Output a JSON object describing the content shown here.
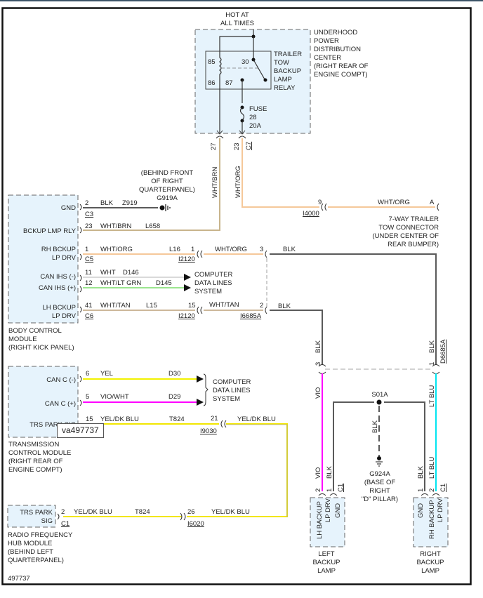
{
  "diagram": {
    "figure_id": "497737",
    "tooltip": "va497737",
    "colors": {
      "module_fill": "#e6f3fc",
      "wire_blk": "#5a5a5a",
      "wire_wht_brn": "#c8b48c",
      "wire_wht_org": "#f5c89a",
      "wire_wht": "#d9d9d9",
      "wire_wht_lt_grn": "#9be58f",
      "wire_wht_tan": "#cdb89a",
      "wire_yel": "#f2f200",
      "wire_vio_wht": "#ff00ff",
      "wire_yel_dk_blu": "#f2e600",
      "wire_vio": "#ff00ff",
      "wire_lt_blu": "#00e5f0"
    },
    "power": {
      "label_line1": "HOT AT",
      "label_line2": "ALL TIMES"
    },
    "pdc": {
      "name_lines": [
        "UNDERHOOD",
        "POWER",
        "DISTRIBUTION",
        "CENTER",
        "(RIGHT REAR OF",
        "ENGINE COMPT)"
      ],
      "relay_lines": [
        "TRAILER",
        "TOW",
        "BACKUP",
        "LAMP",
        "RELAY"
      ],
      "relay_pins": {
        "p85": "85",
        "p86": "86",
        "p30": "30",
        "p87": "87"
      },
      "fuse_lines": [
        "FUSE",
        "28",
        "20A"
      ],
      "out_pins": [
        {
          "pin": "27",
          "wire": "WHT/BRN"
        },
        {
          "pin": "23",
          "wire": "WHT/ORG",
          "connector": "C7"
        }
      ]
    },
    "ground_g919a": {
      "location_lines": [
        "(BEHIND FRONT",
        "OF RIGHT",
        "QUARTERPANEL)"
      ],
      "id": "G919A"
    },
    "bcm": {
      "name_lines": [
        "BODY CONTROL",
        "MODULE",
        "(RIGHT KICK PANEL)"
      ],
      "pins": [
        {
          "label": "GND",
          "pin": "2",
          "wire": "BLK",
          "circuit": "Z919",
          "connector": "C3"
        },
        {
          "label": "BCKUP LMP RLY",
          "pin": "23",
          "wire": "WHT/BRN",
          "circuit": "L658"
        },
        {
          "label_line1": "RH BCKUP",
          "label_line2": "LP DRV",
          "pin": "1",
          "wire": "WHT/ORG",
          "circuit": "L16",
          "connector": "C5"
        },
        {
          "label": "CAN IHS (-)",
          "pin": "11",
          "wire": "WHT",
          "circuit": "D146"
        },
        {
          "label": "CAN IHS (+)",
          "pin": "12",
          "wire": "WHT/LT GRN",
          "circuit": "D145"
        },
        {
          "label_line1": "LH BCKUP",
          "label_line2": "LP DRV",
          "pin": "41",
          "wire": "WHT/TAN",
          "circuit": "L15",
          "connector": "C6"
        }
      ],
      "data_lines_lines": [
        "COMPUTER",
        "DATA LINES",
        "SYSTEM"
      ]
    },
    "inline_i2120": {
      "id": "I2120",
      "rh": {
        "pin": "1",
        "wire": "WHT/ORG"
      },
      "lh": {
        "pin": "15",
        "wire": "WHT/TAN"
      }
    },
    "inline_i6685a": {
      "id": "I6685A",
      "rh": {
        "pin": "3",
        "wire": "BLK"
      },
      "lh": {
        "pin": "2",
        "wire": "BLK"
      }
    },
    "inline_i4000": {
      "id": "I4000",
      "pin": "9"
    },
    "trailer_connector": {
      "pin": "A",
      "wire": "WHT/ORG",
      "name_lines": [
        "7-WAY TRAILER",
        "TOW CONNECTOR",
        "(UNDER CENTER OF",
        "REAR BUMPER)"
      ]
    },
    "d6685a": {
      "id": "D6685A",
      "left": {
        "pin": "3",
        "wire_in": "BLK",
        "wire_out": "VIO"
      },
      "right": {
        "pin": "1",
        "wire_in": "BLK",
        "wire_out": "LT BLU"
      }
    },
    "tcm": {
      "name_lines": [
        "TRANSMISSION",
        "CONTROL MODULE",
        "(RIGHT REAR OF",
        "ENGINE COMPT)"
      ],
      "pins": [
        {
          "label": "CAN C (-)",
          "pin": "6",
          "wire": "YEL",
          "circuit": "D30"
        },
        {
          "label": "CAN C (+)",
          "pin": "5",
          "wire": "VIO/WHT",
          "circuit": "D29"
        },
        {
          "label": "TRS PARK SIG",
          "pin": "15",
          "wire": "YEL/DK BLU",
          "circuit": "T824"
        }
      ],
      "data_lines_lines": [
        "COMPUTER",
        "DATA LINES",
        "SYSTEM"
      ]
    },
    "inline_i9030": {
      "id": "I9030",
      "pin": "21",
      "wire": "YEL/DK BLU"
    },
    "inline_i6020": {
      "id": "I6020",
      "pin": "26",
      "wire": "YEL/DK BLU"
    },
    "rfhub": {
      "label_line1": "TRS PARK",
      "label_line2": "SIG",
      "pin": "2",
      "wire": "YEL/DK BLU",
      "circuit": "T824",
      "connector": "C1",
      "name_lines": [
        "RADIO FREQUENCY",
        "HUB MODULE",
        "(BEHIND LEFT",
        "QUARTERPANEL)"
      ]
    },
    "splice": {
      "id": "S01A",
      "wire": "BLK"
    },
    "ground_g924a": {
      "name_lines": [
        "G924A",
        "(BASE OF",
        "RIGHT",
        "\"D\" PILLAR)"
      ]
    },
    "left_lamp": {
      "pins": [
        {
          "pin": "2",
          "wire": "VIO",
          "label_line1": "LH BACKUP",
          "label_line2": "LP DRV"
        },
        {
          "pin": "1",
          "wire": "BLK",
          "label": "GND"
        }
      ],
      "connector": "C1",
      "name_lines": [
        "LEFT",
        "BACKUP",
        "LAMP"
      ]
    },
    "right_lamp": {
      "pins": [
        {
          "pin": "1",
          "wire": "BLK",
          "label": "GND"
        },
        {
          "pin": "2",
          "wire": "LT BLU",
          "label_line1": "RH BACKUP",
          "label_line2": "LP DRV"
        }
      ],
      "connector": "C1",
      "name_lines": [
        "RIGHT",
        "BACKUP",
        "LAMP"
      ]
    }
  }
}
